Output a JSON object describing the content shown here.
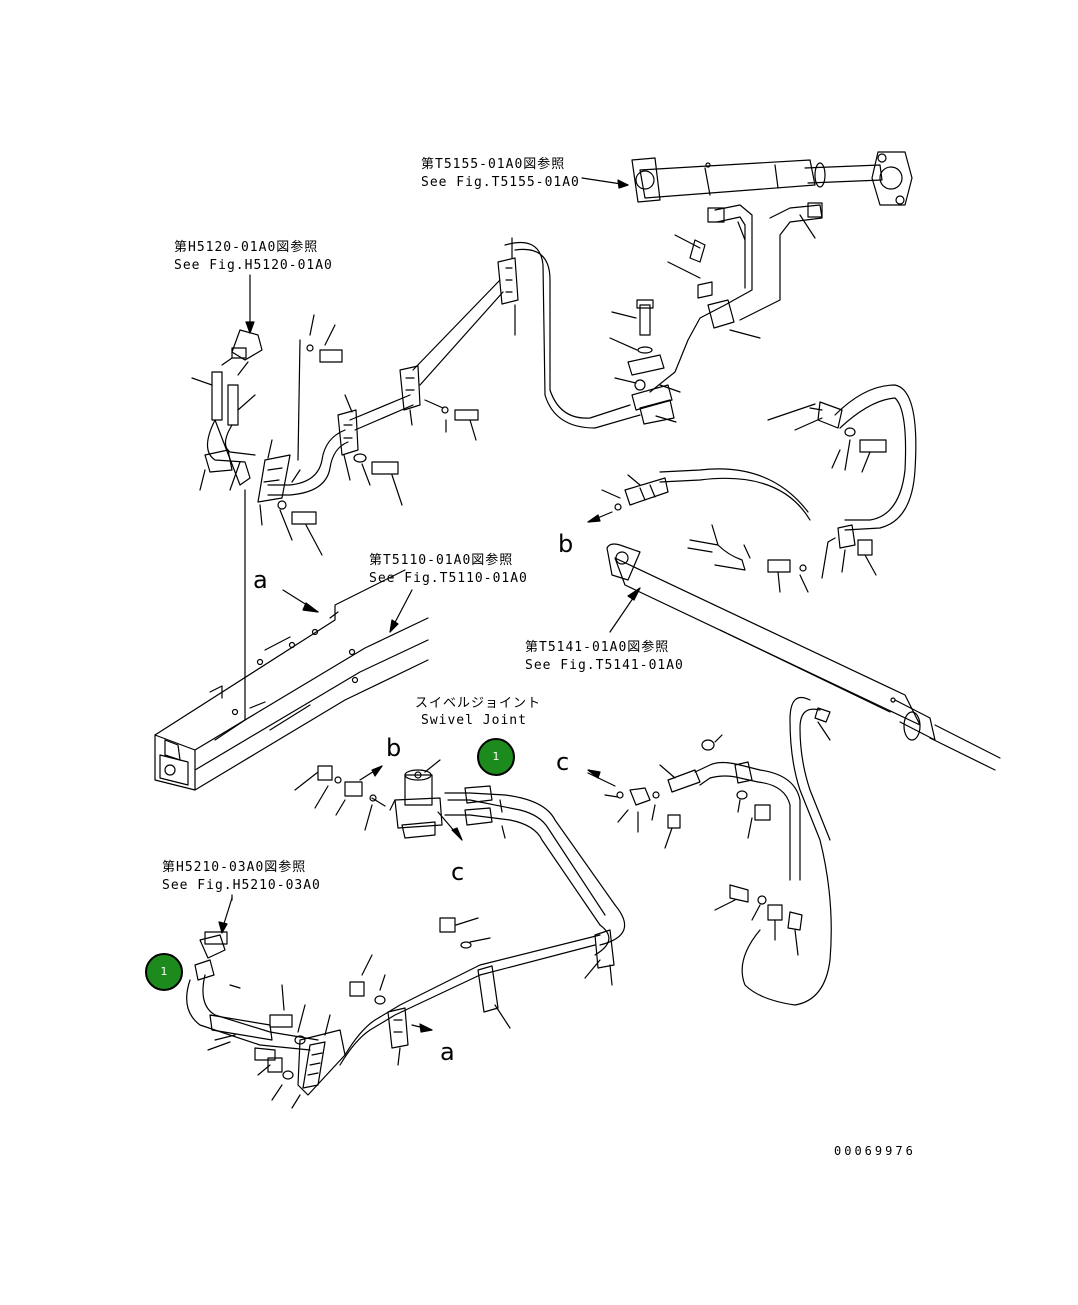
{
  "references": {
    "t5155": {
      "ja": "第T5155-01A0図参照",
      "en": "See Fig.T5155-01A0"
    },
    "h5120": {
      "ja": "第H5120-01A0図参照",
      "en": "See Fig.H5120-01A0"
    },
    "t5110": {
      "ja": "第T5110-01A0図参照",
      "en": "See Fig.T5110-01A0"
    },
    "t5141": {
      "ja": "第T5141-01A0図参照",
      "en": "See Fig.T5141-01A0"
    },
    "h5210": {
      "ja": "第H5210-03A0図参照",
      "en": "See Fig.H5210-03A0"
    }
  },
  "swivel_joint": {
    "ja": "スイベルジョイント",
    "en": "Swivel Joint"
  },
  "markers": {
    "a": "a",
    "b": "b",
    "c": "c"
  },
  "callouts": {
    "item_1": "1"
  },
  "drawing_number": "00069976",
  "colors": {
    "line": "#000000",
    "badge_fill": "#1d8a1d",
    "badge_text": "#ffffff",
    "background": "#ffffff"
  }
}
